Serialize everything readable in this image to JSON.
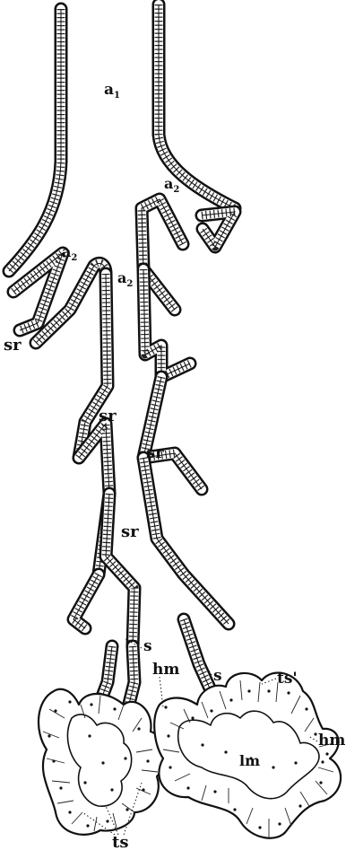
{
  "figure": {
    "labels": {
      "a1": "a",
      "a1_sub": "1",
      "a2": "a",
      "a2_sub": "2",
      "sr": "sr",
      "s": "s",
      "hm": "hm",
      "ts": "ts",
      "ts_prime": "ts'",
      "lm": "lm"
    }
  }
}
